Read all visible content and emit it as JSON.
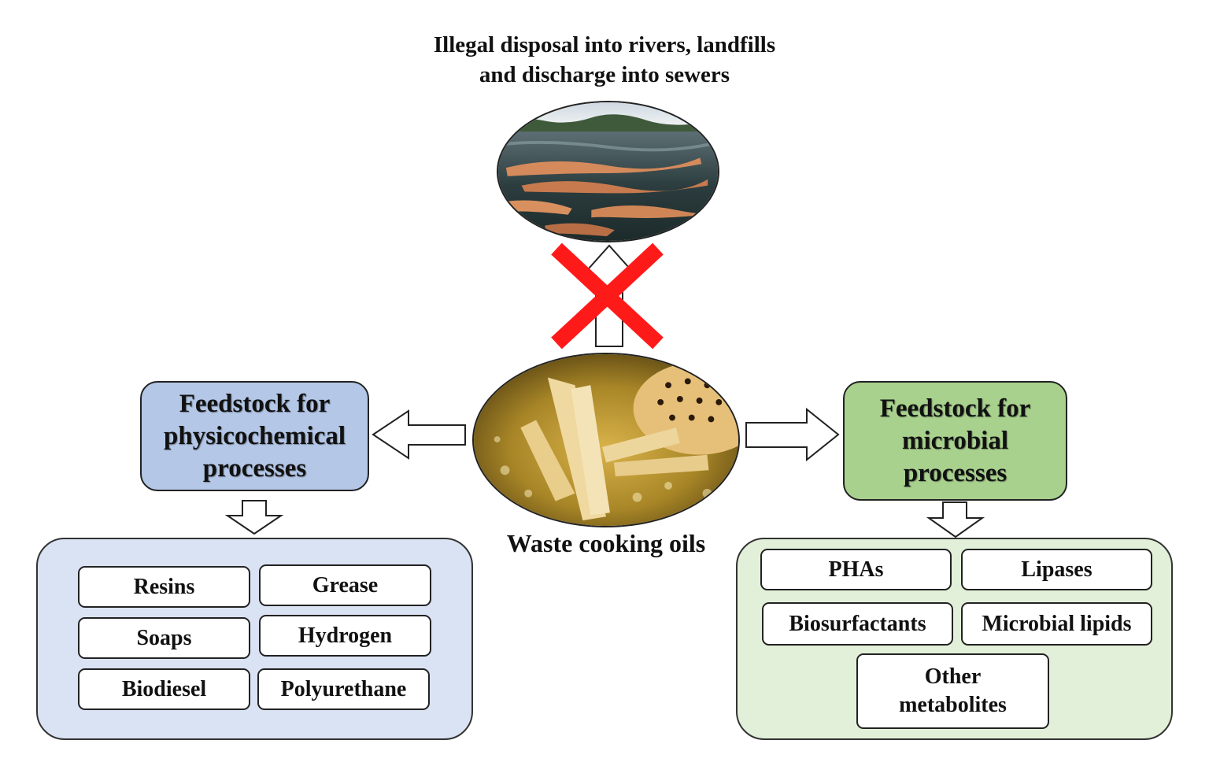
{
  "top_caption": {
    "line1": "Illegal disposal into rivers, landfills",
    "line2": "and discharge into sewers"
  },
  "center": {
    "label": "Waste cooking oils"
  },
  "left": {
    "title_lines": [
      "Feedstock for",
      "physicochemical",
      "processes"
    ],
    "items": [
      "Resins",
      "Grease",
      "Soaps",
      "Hydrogen",
      "Biodiesel",
      "Polyurethane"
    ]
  },
  "right": {
    "title_lines": [
      "Feedstock for",
      "microbial",
      "processes"
    ],
    "items": [
      "PHAs",
      "Lipases",
      "Biosurfactants",
      "Microbial lipids"
    ],
    "other_lines": [
      "Other",
      "metabolites"
    ]
  },
  "colors": {
    "left_title_fill": "#b4c7e7",
    "left_panel_fill": "#dae3f3",
    "right_title_fill": "#a9d18e",
    "right_panel_fill": "#e2f0d9",
    "cross": "#ff1a1a"
  }
}
